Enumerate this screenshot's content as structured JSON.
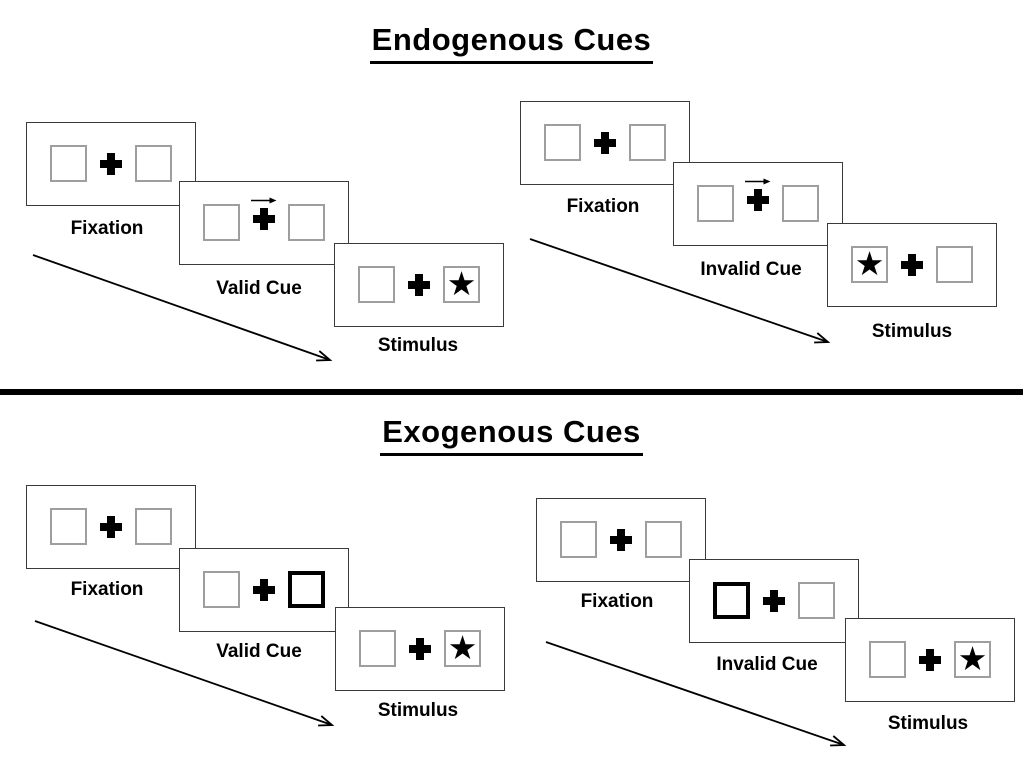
{
  "diagram": {
    "background": "#ffffff",
    "divider_color": "#000000",
    "panel_border_color": "#3a3a3a",
    "placeholder_box_border_color": "#9e9e9e",
    "cue_highlight_border_color": "#000000",
    "text_color": "#000000"
  },
  "glyphs": {
    "star": "★"
  },
  "sections": [
    {
      "title": "Endogenous Cues",
      "groups": [
        {
          "name": "valid-trial",
          "panels": [
            {
              "label": "Fixation",
              "content": "two empty boxes with central cross"
            },
            {
              "label": "Valid Cue",
              "content": "central arrow pointing right above cross",
              "cue": "central-arrow-right"
            },
            {
              "label": "Stimulus",
              "content": "star in right box",
              "star_side": "right"
            }
          ]
        },
        {
          "name": "invalid-trial",
          "panels": [
            {
              "label": "Fixation",
              "content": "two empty boxes with central cross"
            },
            {
              "label": "Invalid Cue",
              "content": "central arrow pointing right above cross",
              "cue": "central-arrow-right"
            },
            {
              "label": "Stimulus",
              "content": "star in left box",
              "star_side": "left"
            }
          ]
        }
      ]
    },
    {
      "title": "Exogenous Cues",
      "groups": [
        {
          "name": "valid-trial",
          "panels": [
            {
              "label": "Fixation",
              "content": "two empty boxes with central cross"
            },
            {
              "label": "Valid Cue",
              "content": "right box highlighted bold",
              "cue": "right-box-highlight"
            },
            {
              "label": "Stimulus",
              "content": "star in right box",
              "star_side": "right"
            }
          ]
        },
        {
          "name": "invalid-trial",
          "panels": [
            {
              "label": "Fixation",
              "content": "two empty boxes with central cross"
            },
            {
              "label": "Invalid Cue",
              "content": "left box highlighted bold",
              "cue": "left-box-highlight"
            },
            {
              "label": "Stimulus",
              "content": "star in right box",
              "star_side": "right"
            }
          ]
        }
      ]
    }
  ]
}
